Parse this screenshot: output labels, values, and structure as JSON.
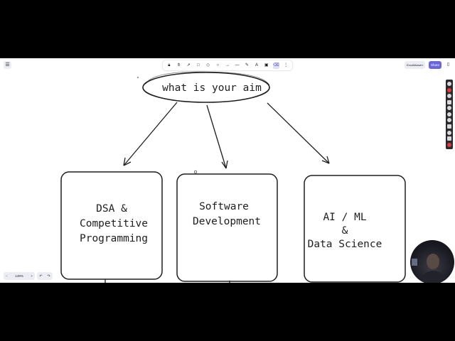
{
  "toolbar": {
    "menu_icon": "hamburger-menu-icon",
    "tools": [
      {
        "name": "lock-icon",
        "glyph": "🔒︎",
        "active": false
      },
      {
        "name": "hand-icon",
        "glyph": "✋︎",
        "active": false
      },
      {
        "name": "selection-icon",
        "glyph": "➚",
        "active": false
      },
      {
        "name": "rectangle-icon",
        "glyph": "□",
        "active": false
      },
      {
        "name": "diamond-icon",
        "glyph": "◇",
        "active": false
      },
      {
        "name": "ellipse-icon",
        "glyph": "○",
        "active": false
      },
      {
        "name": "arrow-icon",
        "glyph": "→",
        "active": false
      },
      {
        "name": "line-icon",
        "glyph": "—",
        "active": false
      },
      {
        "name": "draw-icon",
        "glyph": "✎",
        "active": false
      },
      {
        "name": "text-icon",
        "glyph": "A",
        "active": false
      },
      {
        "name": "image-icon",
        "glyph": "▣",
        "active": false
      },
      {
        "name": "eraser-icon",
        "glyph": "⌫",
        "active": true
      },
      {
        "name": "more-tools-icon",
        "glyph": "⋮",
        "active": false
      }
    ],
    "library_label": "Excalidrawm",
    "share_label": "Share"
  },
  "canvas": {
    "aim_label": "what is your aim",
    "boxes": [
      {
        "lines": [
          "DSA &",
          "Competitive",
          "Programming"
        ]
      },
      {
        "lines": [
          "Software",
          "Development"
        ]
      },
      {
        "lines": [
          "AI / ML",
          "&",
          "Data Science"
        ]
      }
    ]
  },
  "footer": {
    "zoom_out": "−",
    "zoom_level": "149%",
    "zoom_in": "+",
    "undo": "↶",
    "redo": "↷"
  },
  "colors": {
    "stroke": "#1e1e1e",
    "accent": "#6965db",
    "canvas_bg": "#ffffff"
  }
}
